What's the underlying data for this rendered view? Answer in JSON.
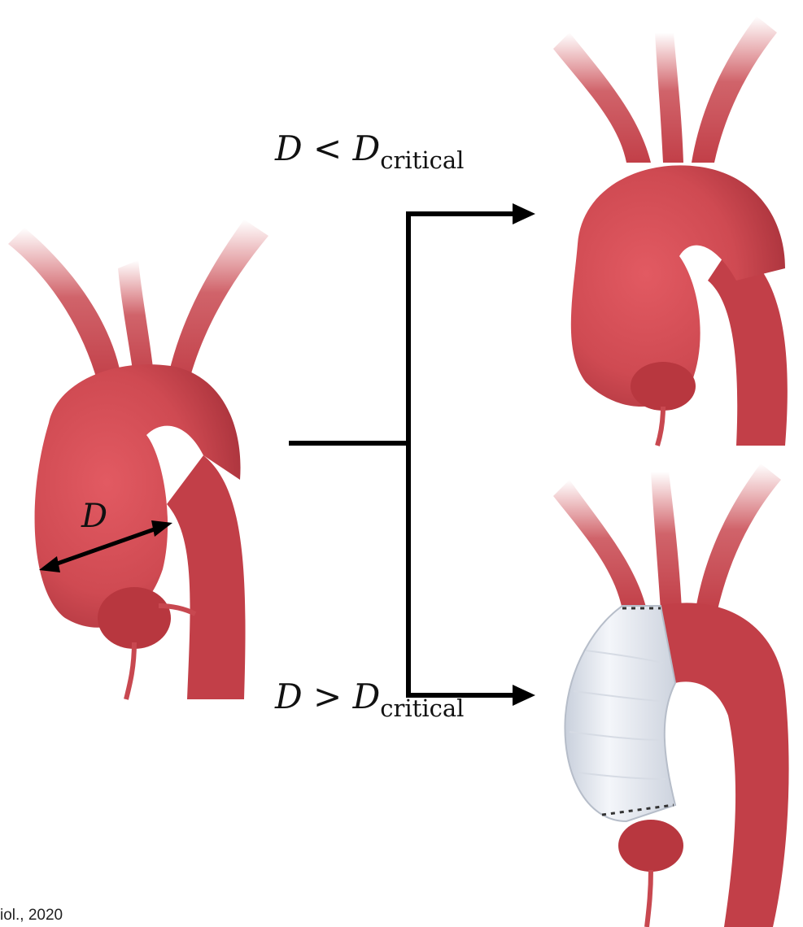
{
  "labels": {
    "condition_small": {
      "var": "D",
      "op": "<",
      "var2": "D",
      "sub": "critical"
    },
    "condition_large": {
      "var": "D",
      "op": ">",
      "var2": "D",
      "sub": "critical"
    },
    "diameter": "D"
  },
  "citation": "iol., 2020",
  "colors": {
    "aorta": "#cf4a52",
    "aorta_dark": "#a8323b",
    "graft": "#e8ecf2",
    "arrow": "#000000"
  }
}
